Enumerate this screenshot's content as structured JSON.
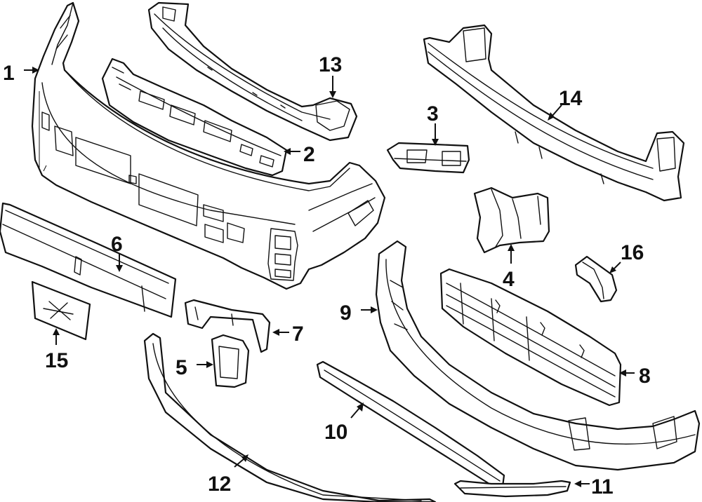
{
  "callouts": [
    {
      "id": "1",
      "label": "1"
    },
    {
      "id": "2",
      "label": "2"
    },
    {
      "id": "3",
      "label": "3"
    },
    {
      "id": "4",
      "label": "4"
    },
    {
      "id": "5",
      "label": "5"
    },
    {
      "id": "6",
      "label": "6"
    },
    {
      "id": "7",
      "label": "7"
    },
    {
      "id": "8",
      "label": "8"
    },
    {
      "id": "9",
      "label": "9"
    },
    {
      "id": "10",
      "label": "10"
    },
    {
      "id": "11",
      "label": "11"
    },
    {
      "id": "12",
      "label": "12"
    },
    {
      "id": "13",
      "label": "13"
    },
    {
      "id": "14",
      "label": "14"
    },
    {
      "id": "15",
      "label": "15"
    },
    {
      "id": "16",
      "label": "16"
    }
  ],
  "colors": {
    "line": "#111111",
    "background": "#ffffff"
  }
}
